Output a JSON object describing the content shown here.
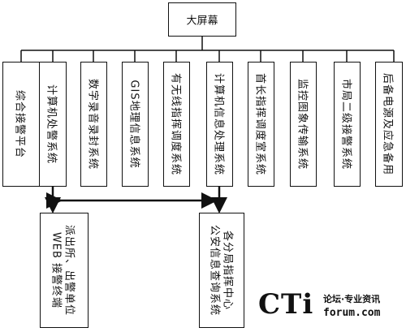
{
  "top": "大屏幕",
  "systems": [
    "综合接警平台",
    "计算机处警系统",
    "数字录音录封系统",
    "GIS地理信息系统",
    "有无线指挥调度系统",
    "计算机信息处理系统",
    "首长指挥调度室系统",
    "监控图象传输系统",
    "市局二级接警系统",
    "后备电源及应急备用"
  ],
  "bottom_left": {
    "line1": "派出所、出警单位",
    "line2": "WEB 接警终端"
  },
  "bottom_right": {
    "line1": "各分局指挥中心",
    "line2": "公安信息查询系统"
  },
  "logo": {
    "brand": "CTi",
    "tagline": "论坛·专业资讯",
    "url": "forum.com"
  }
}
